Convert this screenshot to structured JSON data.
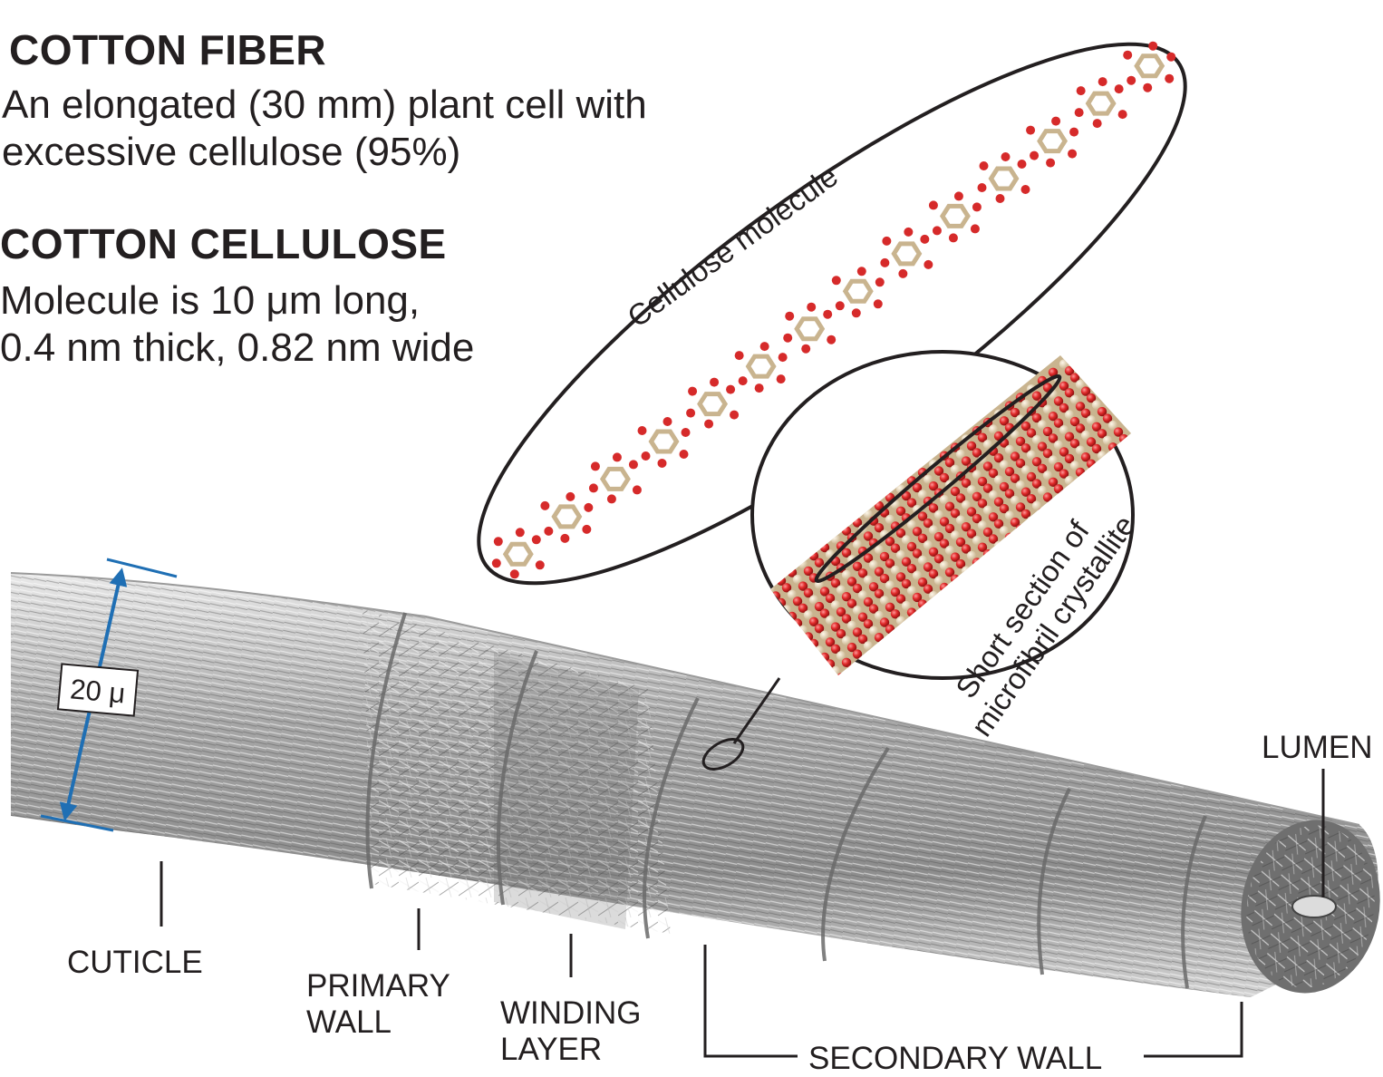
{
  "fiber": {
    "heading": "COTTON FIBER",
    "desc_line1": "An elongated (30 mm) plant cell with",
    "desc_line2": "excessive cellulose (95%)"
  },
  "cellulose": {
    "heading": "COTTON CELLULOSE",
    "desc_line1": "Molecule is 10 μm long,",
    "desc_line2": "0.4 nm thick, 0.82 nm wide"
  },
  "callouts": {
    "molecule": "Cellulose molecule",
    "crystallite_line1": "Short section of",
    "crystallite_line2": "microfibril crystallite",
    "diameter": "20 μ"
  },
  "layers": {
    "cuticle": "CUTICLE",
    "primary_line1": "PRIMARY",
    "primary_line2": "WALL",
    "winding_line1": "WINDING",
    "winding_line2": "LAYER",
    "secondary": "SECONDARY WALL",
    "lumen": "LUMEN"
  },
  "colors": {
    "dimension_arrow": "#1f6fb4",
    "oxygen_atom": "#d62a2a",
    "carbon_bond": "#c9b48f"
  }
}
